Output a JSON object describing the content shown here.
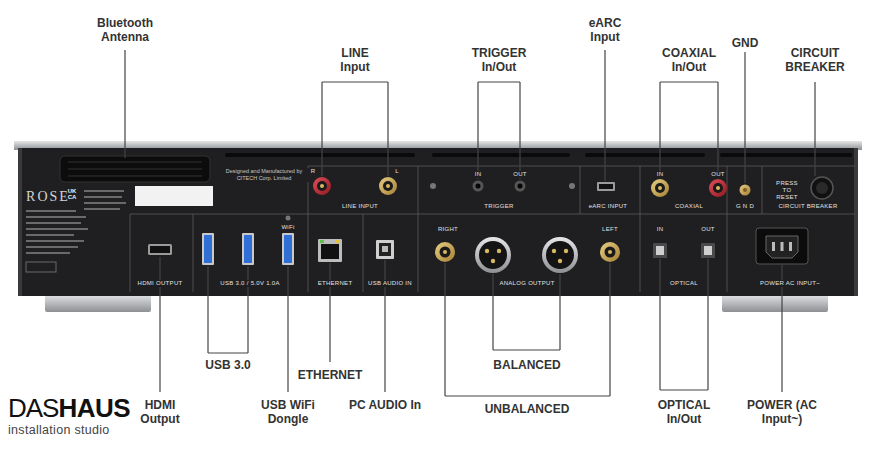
{
  "diagram": {
    "labels": [
      "Bluetooth Antenna",
      "eARC Input",
      "GND",
      "LINE Input",
      "TRIGGER In/Out",
      "COAXIAL In/Out",
      "CIRCUIT BREAKER",
      "ROSE",
      "UK CA",
      "Designed and Manufactured by CITECH Corp. Limited",
      "R",
      "L",
      "LINE INPUT",
      "IN",
      "OUT",
      "TRIGGER",
      "eARC INPUT",
      "IN",
      "OUT",
      "COAXIAL",
      "G N D",
      "PRESS TO RESET",
      "CIRCUIT BREAKER",
      "WiFi",
      "HDMI OUTPUT",
      "USB 3.0 / 5.0V 1.0A",
      "ETHERNET",
      "USB AUDIO IN",
      "RIGHT",
      "LEFT",
      "ANALOG OUTPUT",
      "IN",
      "OUT",
      "OPTICAL",
      "POWER AC INPUT~",
      "HDMI Output",
      "USB 3.0",
      "USB WiFi Dongle",
      "ETHERNET",
      "PC AUDIO In",
      "BALANCED",
      "UNBALANCED",
      "OPTICAL In/Out",
      "POWER (AC Input~)",
      "DAS",
      "HAUS",
      "installation studio"
    ]
  }
}
